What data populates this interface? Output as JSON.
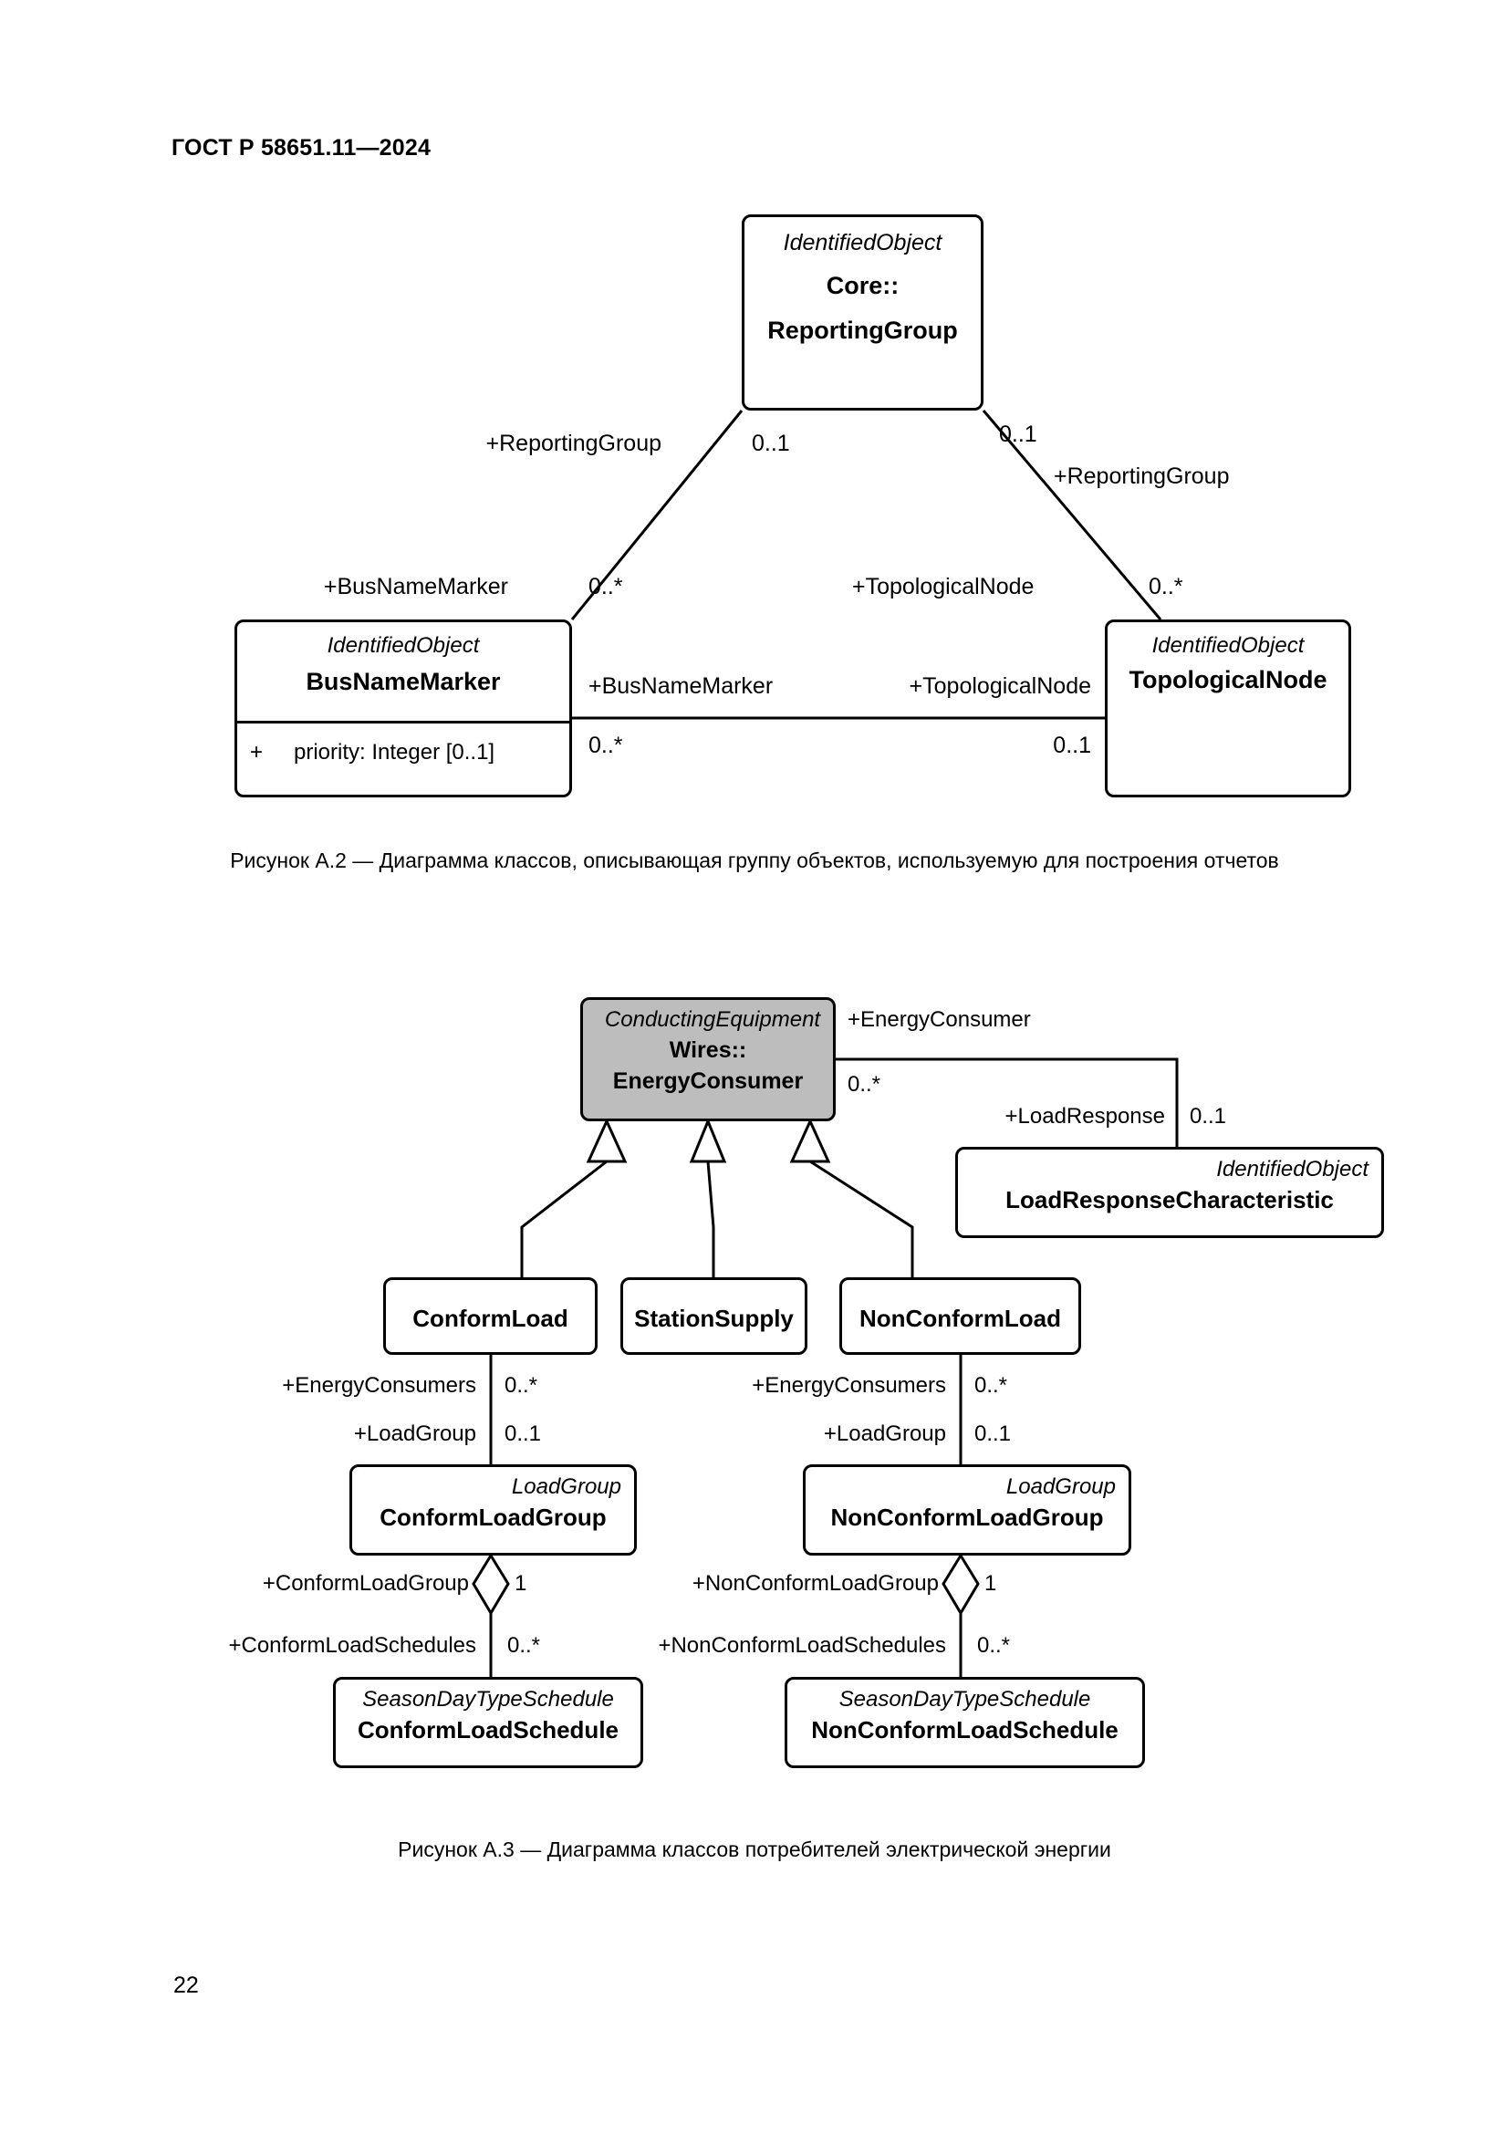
{
  "document": {
    "running_head": "ГОСТ Р 58651.11—2024",
    "page_number": "22"
  },
  "figure_a2": {
    "caption": "Рисунок А.2 — Диаграмма классов, описывающая группу объектов, используемую для построения отчетов",
    "classes": {
      "reporting_group": {
        "stereotype": "IdentifiedObject",
        "name_line1": "Core::",
        "name_line2": "ReportingGroup"
      },
      "bus_name_marker": {
        "stereotype": "IdentifiedObject",
        "name": "BusNameMarker",
        "attribute_visibility": "+",
        "attribute": "priority: Integer [0..1]"
      },
      "topological_node": {
        "stereotype": "IdentifiedObject",
        "name": "TopologicalNode"
      }
    },
    "labels": {
      "reporting_group_left_role": "+ReportingGroup",
      "reporting_group_left_mult": "0..1",
      "reporting_group_right_mult": "0..1",
      "reporting_group_right_role": "+ReportingGroup",
      "bus_name_marker_role_top": "+BusNameMarker",
      "bus_name_marker_mult_top": "0..*",
      "topological_node_role_top": "+TopologicalNode",
      "topological_node_mult_top": "0..*",
      "bus_name_marker_role_mid": "+BusNameMarker",
      "bus_name_marker_mult_mid": "0..*",
      "topological_node_role_mid": "+TopologicalNode",
      "topological_node_mult_mid": "0..1"
    }
  },
  "figure_a3": {
    "caption": "Рисунок А.3 — Диаграмма классов потребителей электрической энергии",
    "classes": {
      "energy_consumer": {
        "stereotype": "ConductingEquipment",
        "name_line1": "Wires::",
        "name_line2": "EnergyConsumer"
      },
      "load_response_characteristic": {
        "stereotype": "IdentifiedObject",
        "name": "LoadResponseCharacteristic"
      },
      "conform_load": {
        "name": "ConformLoad"
      },
      "station_supply": {
        "name": "StationSupply"
      },
      "non_conform_load": {
        "name": "NonConformLoad"
      },
      "conform_load_group": {
        "stereotype": "LoadGroup",
        "name": "ConformLoadGroup"
      },
      "non_conform_load_group": {
        "stereotype": "LoadGroup",
        "name": "NonConformLoadGroup"
      },
      "conform_load_schedule": {
        "stereotype": "SeasonDayTypeSchedule",
        "name": "ConformLoadSchedule"
      },
      "non_conform_load_schedule": {
        "stereotype": "SeasonDayTypeSchedule",
        "name": "NonConformLoadSchedule"
      }
    },
    "labels": {
      "energy_consumer_role": "+EnergyConsumer",
      "energy_consumer_mult": "0..*",
      "load_response_role": "+LoadResponse",
      "load_response_mult": "0..1",
      "conform_energy_consumers_role": "+EnergyConsumers",
      "conform_energy_consumers_mult": "0..*",
      "conform_load_group_role": "+LoadGroup",
      "conform_load_group_mult": "0..1",
      "nonconform_energy_consumers_role": "+EnergyConsumers",
      "nonconform_energy_consumers_mult": "0..*",
      "nonconform_load_group_role": "+LoadGroup",
      "nonconform_load_group_mult": "0..1",
      "conform_group_agg_role": "+ConformLoadGroup",
      "conform_group_agg_mult": "1",
      "conform_schedules_role": "+ConformLoadSchedules",
      "conform_schedules_mult": "0..*",
      "nonconform_group_agg_role": "+NonConformLoadGroup",
      "nonconform_group_agg_mult": "1",
      "nonconform_schedules_role": "+NonConformLoadSchedules",
      "nonconform_schedules_mult": "0..*"
    }
  },
  "style": {
    "line_color": "#000000",
    "shaded_fill": "#bdbdbd",
    "paper": "#ffffff"
  }
}
